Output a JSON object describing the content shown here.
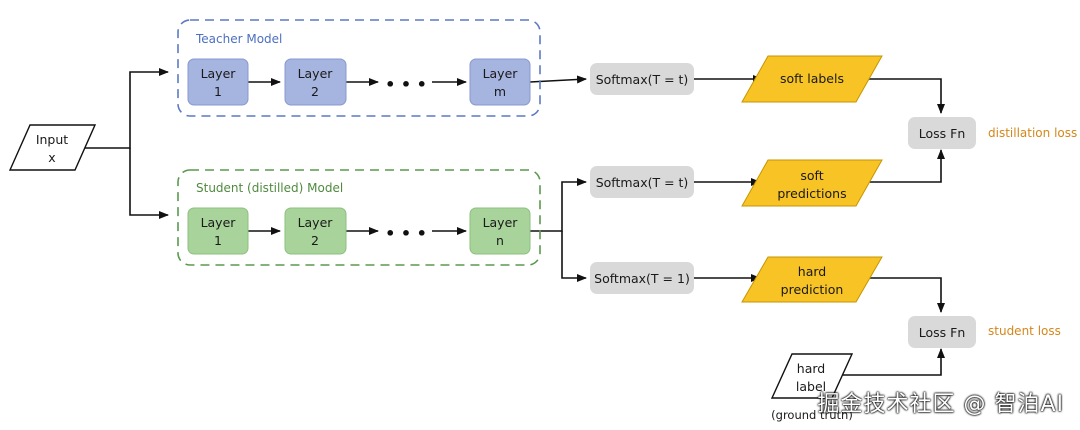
{
  "input": {
    "label_line1": "Input",
    "label_line2": "x"
  },
  "teacher": {
    "title": "Teacher Model",
    "layers": [
      {
        "line1": "Layer",
        "line2": "1"
      },
      {
        "line1": "Layer",
        "line2": "2"
      },
      {
        "line1": "Layer",
        "line2": "m"
      }
    ],
    "ellipsis": "• • •"
  },
  "student": {
    "title": "Student (distilled) Model",
    "layers": [
      {
        "line1": "Layer",
        "line2": "1"
      },
      {
        "line1": "Layer",
        "line2": "2"
      },
      {
        "line1": "Layer",
        "line2": "n"
      }
    ],
    "ellipsis": "• • •"
  },
  "softmax": {
    "teacher": "Softmax(T = t)",
    "student_soft": "Softmax(T = t)",
    "student_hard": "Softmax(T = 1)"
  },
  "outputs": {
    "soft_labels": "soft labels",
    "soft_predictions_line1": "soft",
    "soft_predictions_line2": "predictions",
    "hard_prediction_line1": "hard",
    "hard_prediction_line2": "prediction"
  },
  "losses": {
    "distillation_fn": "Loss Fn",
    "distillation_note": "distillation loss",
    "student_fn": "Loss Fn",
    "student_note": "student loss"
  },
  "ground_truth": {
    "line1": "hard",
    "line2": "label",
    "caption": "(ground truth)"
  },
  "watermark": "掘金技术社区 @ 智泊AI",
  "colors": {
    "teacher_fill": "#a6b4e0",
    "teacher_border": "#5b79c4",
    "teacher_title": "#4e6fbf",
    "student_fill": "#a8d49b",
    "student_border": "#5a9a4c",
    "student_title": "#4f8a3f",
    "softmax_fill": "#d9d9d9",
    "output_fill": "#f7c325",
    "loss_note": "#d4871a"
  }
}
